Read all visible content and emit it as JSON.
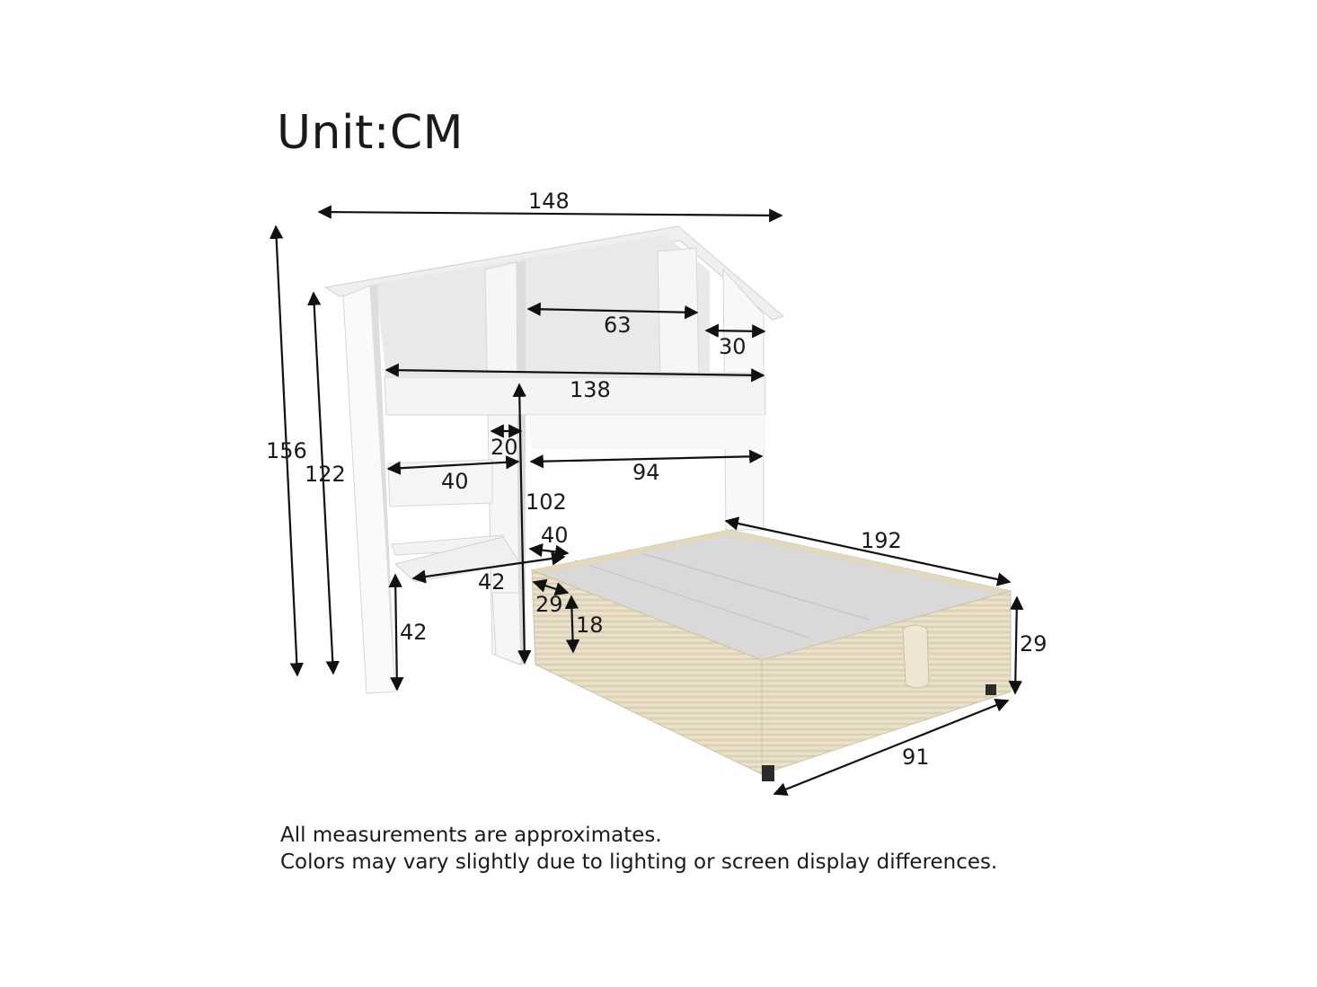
{
  "unit_label": "Unit:CM",
  "dimensions": {
    "overall_width": "148",
    "overall_height": "156",
    "side_height": "122",
    "upper_opening": "63",
    "roof_side": "30",
    "shelf_width": "138",
    "shelf_gap": "20",
    "left_shelf": "40",
    "middle_opening": "94",
    "post_height": "102",
    "post_gap": "40",
    "lower_shelf": "42",
    "leg_height": "42",
    "bed_length": "192",
    "bed_height": "29",
    "bed_width": "91",
    "drawer_depth": "29",
    "drawer_height": "18"
  },
  "notes": [
    "All measurements are approximates.",
    "Colors may vary slightly due to lighting or screen display differences."
  ],
  "colors": {
    "headboard": "#f7f7f7",
    "headboard_shadow": "#dcdcdc",
    "fabric": "#e6dcc4",
    "mattress_top": "#d7d7d7",
    "lines": "#111111"
  }
}
